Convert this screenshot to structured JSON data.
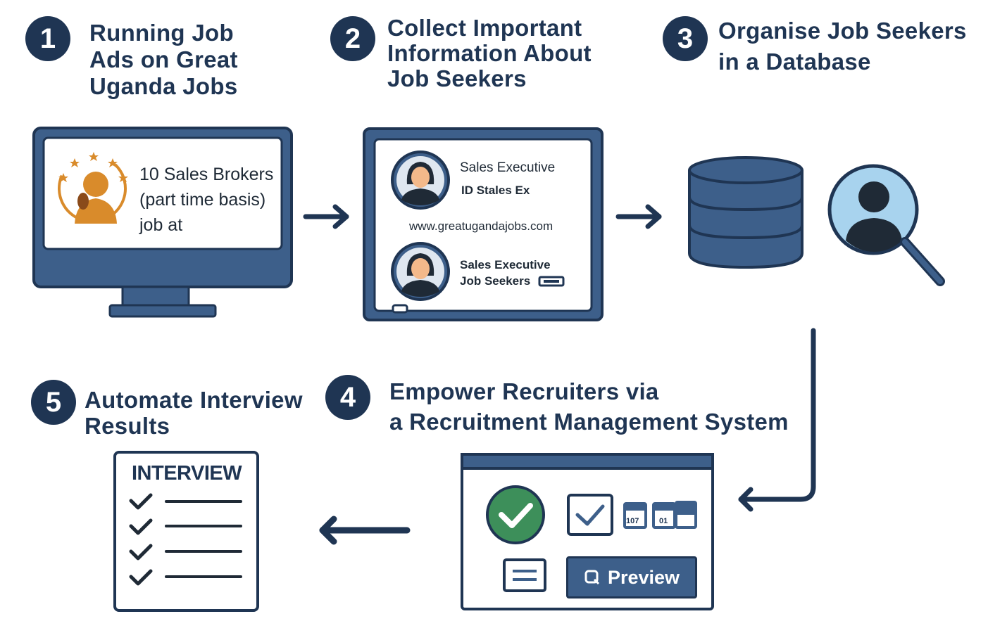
{
  "steps": [
    {
      "number": "1",
      "title": "Running Job\nAds on Great\nUganda Jobs"
    },
    {
      "number": "2",
      "title": "Collect Important\nInformation About\nJob Seekers"
    },
    {
      "number": "3",
      "title": "Organise Job Seekers\nin a Database"
    },
    {
      "number": "4",
      "title": "Empower Recruiters via\na Recruitment Management System"
    },
    {
      "number": "5",
      "title": "Automate Interview\nResults"
    }
  ],
  "job_ad": {
    "text": "10 Sales Brokers\n(part time basis)\njob at"
  },
  "profiles": {
    "first_line1": "Sales Executive",
    "first_line2": "ID  Stales Ex",
    "website": "www.greatugandajobs.com",
    "second_line1": "Sales Executive",
    "second_line2": "Job Seekers"
  },
  "rms": {
    "calendar1": "107",
    "calendar2": "01",
    "preview_label": "Preview"
  },
  "interview": {
    "heading": "INTERVIEW"
  },
  "colors": {
    "navy": "#1f3553",
    "steel": "#3d5f8a",
    "green": "#3d8f5a",
    "orange": "#d98b2b",
    "light_blue": "#a8d3ee"
  }
}
